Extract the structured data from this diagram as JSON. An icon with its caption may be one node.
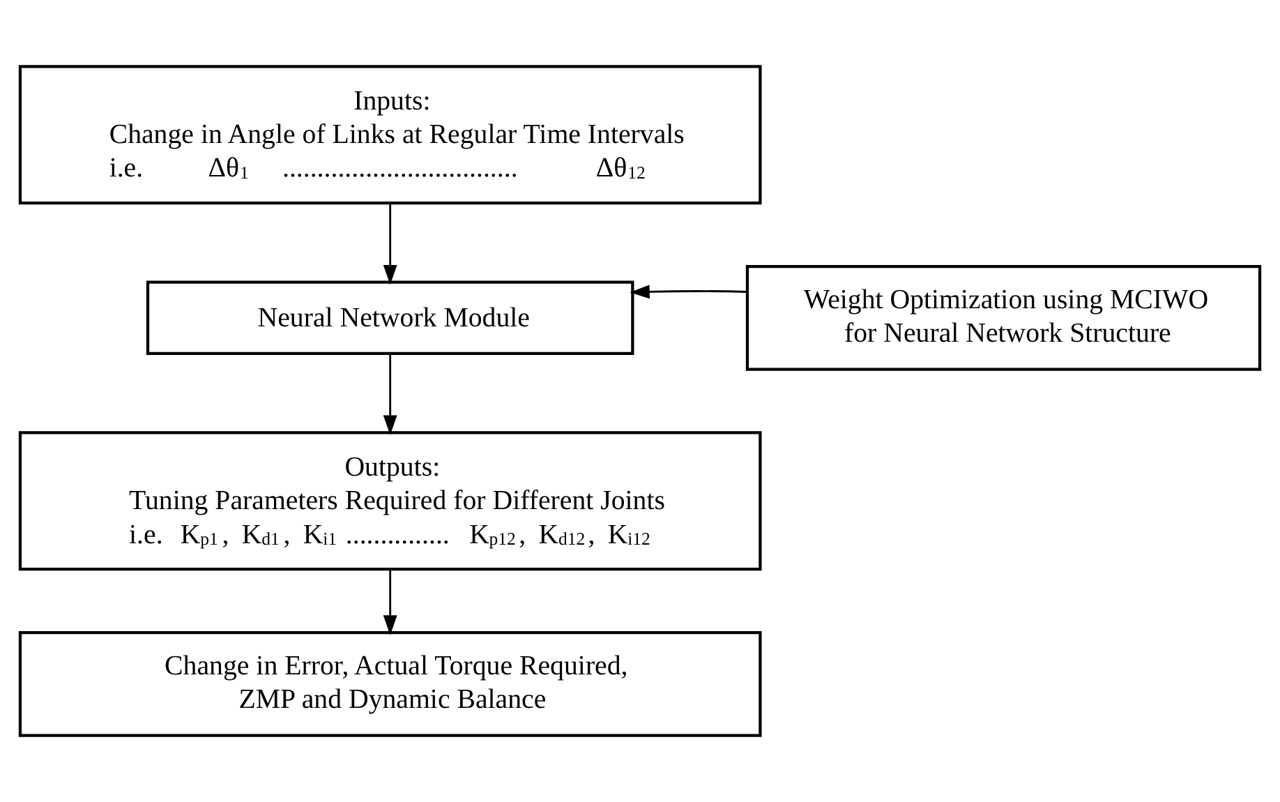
{
  "diagram": {
    "nodes": [
      {
        "text": [
          "Inputs:",
          "Change in Angle of Links at Regular Time Intervals",
          "i.e. Δθ$_{1}$ .................................. Δθ$_{12}$"
        ]
      },
      {
        "text": [
          "Neural Network Module"
        ]
      },
      {
        "text": [
          "Outputs:",
          "Tuning Parameters Required for Different Joints",
          "i.e. K$_{p1}$, K$_{d1}$, K$_{i1}$ ............... K$_{p12}$, K$_{d12}$, K$_{i12}$"
        ]
      },
      {
        "text": [
          "Change in Error, Actual Torque Required, ZMP and Dynamic Balance"
        ]
      },
      {
        "text": [
          "Weight Optimization using MCIWO for Neural Network Structure"
        ]
      }
    ],
    "edges": [
      {
        "from": 0,
        "to": 1,
        "arrow": "to"
      },
      {
        "from": 4,
        "to": 1,
        "arrow": "to"
      },
      {
        "from": 1,
        "to": 2,
        "arrow": "to"
      },
      {
        "from": 2,
        "to": 3,
        "arrow": "to"
      }
    ]
  }
}
